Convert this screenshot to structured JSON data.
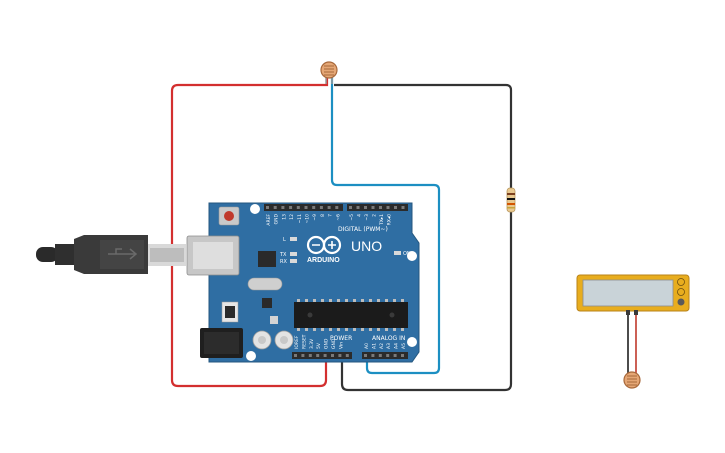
{
  "board": {
    "brand": "ARDUINO",
    "model": "UNO",
    "digital_label": "DIGITAL (PWM~)",
    "power_label": "POWER",
    "analog_label": "ANALOG IN",
    "led_l": "L",
    "led_tx": "TX",
    "led_rx": "RX",
    "led_on": "ON",
    "digital_pins": [
      "AREF",
      "GND",
      "13",
      "12",
      "~11",
      "~10",
      "~9",
      "8",
      "7",
      "~6",
      "~5",
      "4",
      "~3",
      "2",
      "TX▸1",
      "RX◂0"
    ],
    "power_pins": [
      "IOREF",
      "RESET",
      "3.3V",
      "5V",
      "GND",
      "GND",
      "Vin"
    ],
    "analog_pins": [
      "A0",
      "A1",
      "A2",
      "A3",
      "A4",
      "A5"
    ]
  },
  "colors": {
    "board": "#2f6ea3",
    "board_edge": "#24577f",
    "wire_red": "#d32f2f",
    "wire_blue": "#1c8fc2",
    "wire_black": "#333333",
    "header": "#2b2b2b",
    "sensor_body": "#e8ad1e",
    "sensor_screen": "#c9d3d8",
    "photocell": "#e5a776"
  },
  "components": {
    "photocell_top": "photoresistor",
    "photocell_bottom": "photoresistor",
    "resistor": "resistor",
    "usb": "usb-cable",
    "module": "sensor-module"
  }
}
